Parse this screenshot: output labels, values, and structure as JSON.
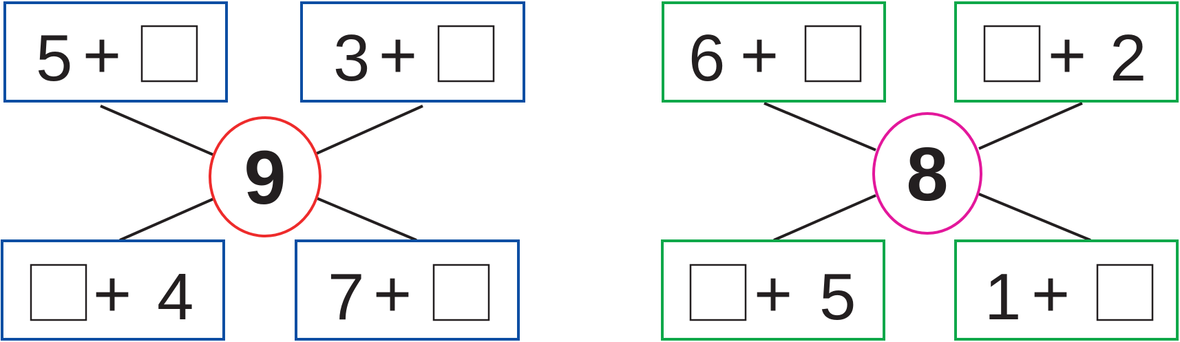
{
  "colors": {
    "left_box_border": "#0a4ea3",
    "right_box_border": "#0ea84a",
    "left_circle": "#ee2b2b",
    "right_circle": "#e3179b",
    "lines": "#231f20",
    "text": "#231f20"
  },
  "diagrams": [
    {
      "center": "9",
      "boxes": [
        {
          "left": "5",
          "op": "+",
          "right": ""
        },
        {
          "left": "3",
          "op": "+",
          "right": ""
        },
        {
          "left": "",
          "op": "+",
          "right": "4"
        },
        {
          "left": "7",
          "op": "+",
          "right": ""
        }
      ]
    },
    {
      "center": "8",
      "boxes": [
        {
          "left": "6",
          "op": "+",
          "right": ""
        },
        {
          "left": "",
          "op": "+",
          "right": "2"
        },
        {
          "left": "",
          "op": "+",
          "right": "5"
        },
        {
          "left": "1",
          "op": "+",
          "right": ""
        }
      ]
    }
  ]
}
